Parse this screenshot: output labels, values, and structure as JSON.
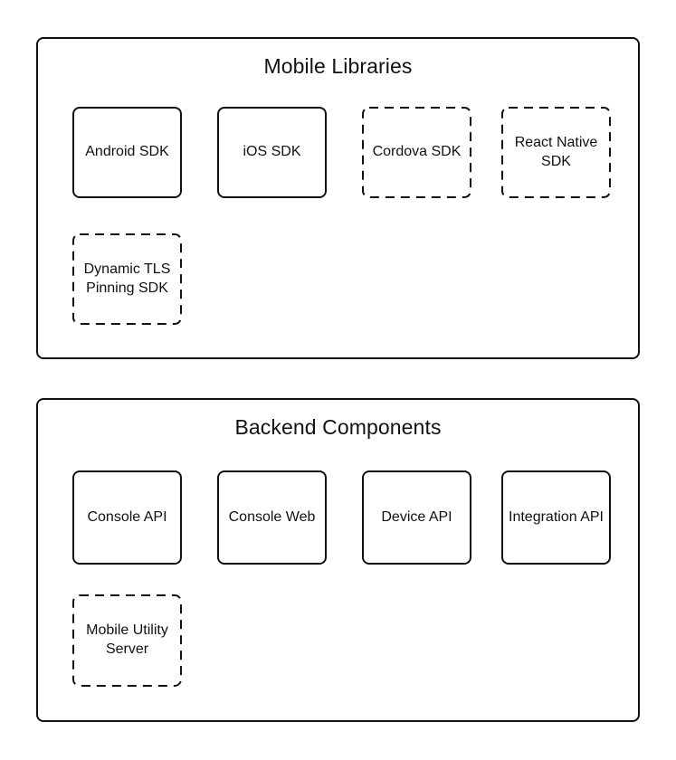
{
  "page": {
    "background_color": "#ffffff",
    "border_color": "#111111",
    "text_color": "#111111"
  },
  "containers": [
    {
      "title": "Mobile Libraries",
      "nodes": [
        {
          "label": "Android SDK",
          "border_style": "solid"
        },
        {
          "label": "iOS SDK",
          "border_style": "solid"
        },
        {
          "label": "Cordova SDK",
          "border_style": "dashed"
        },
        {
          "label": "React Native SDK",
          "border_style": "dashed"
        },
        {
          "label": "Dynamic TLS Pinning SDK",
          "border_style": "dashed"
        }
      ]
    },
    {
      "title": "Backend Components",
      "nodes": [
        {
          "label": "Console API",
          "border_style": "solid"
        },
        {
          "label": "Console Web",
          "border_style": "solid"
        },
        {
          "label": "Device API",
          "border_style": "solid"
        },
        {
          "label": "Integration API",
          "border_style": "solid"
        },
        {
          "label": "Mobile Utility Server",
          "border_style": "dashed"
        }
      ]
    }
  ]
}
